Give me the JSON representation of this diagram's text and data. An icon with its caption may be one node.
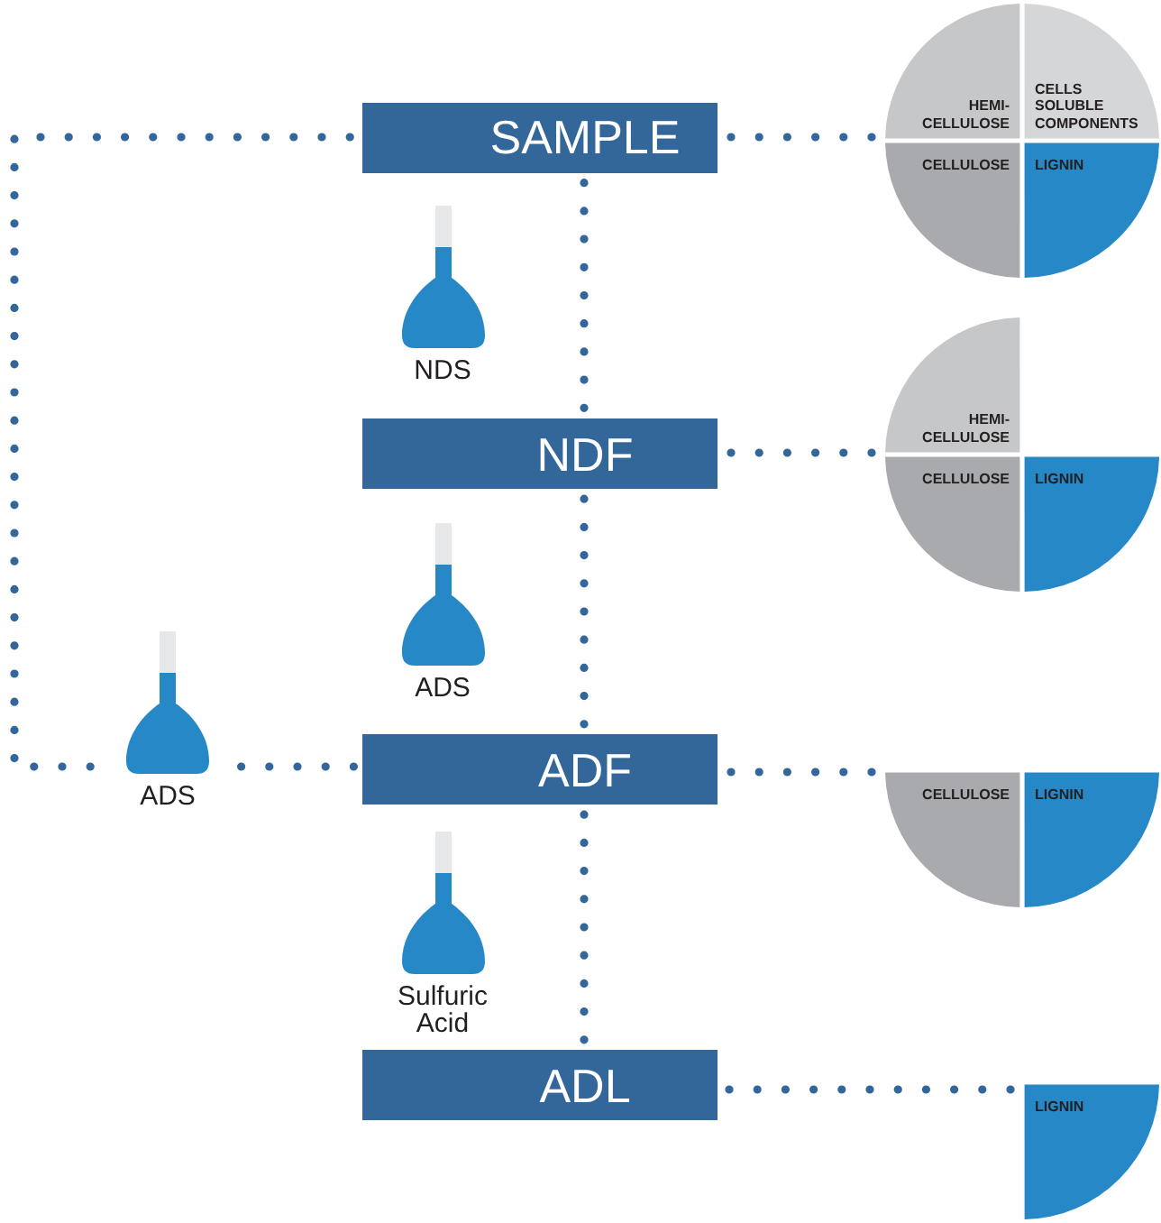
{
  "diagram": {
    "nodes": [
      {
        "text": [
          "SAMPLE"
        ]
      },
      {
        "text": [],
        "shape": "pie"
      },
      {
        "text": [
          "HEMI- CELLULOSE"
        ],
        "in": 1
      },
      {
        "text": [
          "CELLS SOLUBLE COMPONENTS"
        ],
        "in": 1
      },
      {
        "text": [
          "CELLULOSE"
        ],
        "in": 1
      },
      {
        "text": [
          "LIGNIN"
        ],
        "in": 1
      },
      {
        "text": [
          "NDS"
        ]
      },
      {
        "text": [
          "NDF"
        ]
      },
      {
        "text": [],
        "shape": "pie"
      },
      {
        "text": [
          "HEMI- CELLULOSE"
        ],
        "in": 8
      },
      {
        "text": [
          "CELLULOSE"
        ],
        "in": 8
      },
      {
        "text": [
          "LIGNIN"
        ],
        "in": 8
      },
      {
        "text": [
          "ADS"
        ]
      },
      {
        "text": [
          "ADS"
        ]
      },
      {
        "text": [
          "ADF"
        ]
      },
      {
        "text": [],
        "shape": "pie"
      },
      {
        "text": [
          "CELLULOSE"
        ],
        "in": 15
      },
      {
        "text": [
          "LIGNIN"
        ],
        "in": 15
      },
      {
        "text": [
          "Sulfuric Acid"
        ]
      },
      {
        "text": [
          "ADL"
        ]
      },
      {
        "text": [],
        "shape": "pie"
      },
      {
        "text": [
          "LIGNIN"
        ],
        "in": 20
      }
    ],
    "edges": [
      {
        "from": 0,
        "to": 1,
        "arrow": "none"
      },
      {
        "from": 0,
        "to": 7,
        "arrow": "none"
      },
      {
        "from": 7,
        "to": 8,
        "arrow": "none"
      },
      {
        "from": 0,
        "to": 13,
        "arrow": "none"
      },
      {
        "from": 13,
        "to": 14,
        "arrow": "none"
      },
      {
        "from": 7,
        "to": 14,
        "arrow": "none"
      },
      {
        "from": 14,
        "to": 15,
        "arrow": "none"
      },
      {
        "from": 14,
        "to": 19,
        "arrow": "none"
      },
      {
        "from": 19,
        "to": 20,
        "arrow": "none"
      }
    ]
  }
}
